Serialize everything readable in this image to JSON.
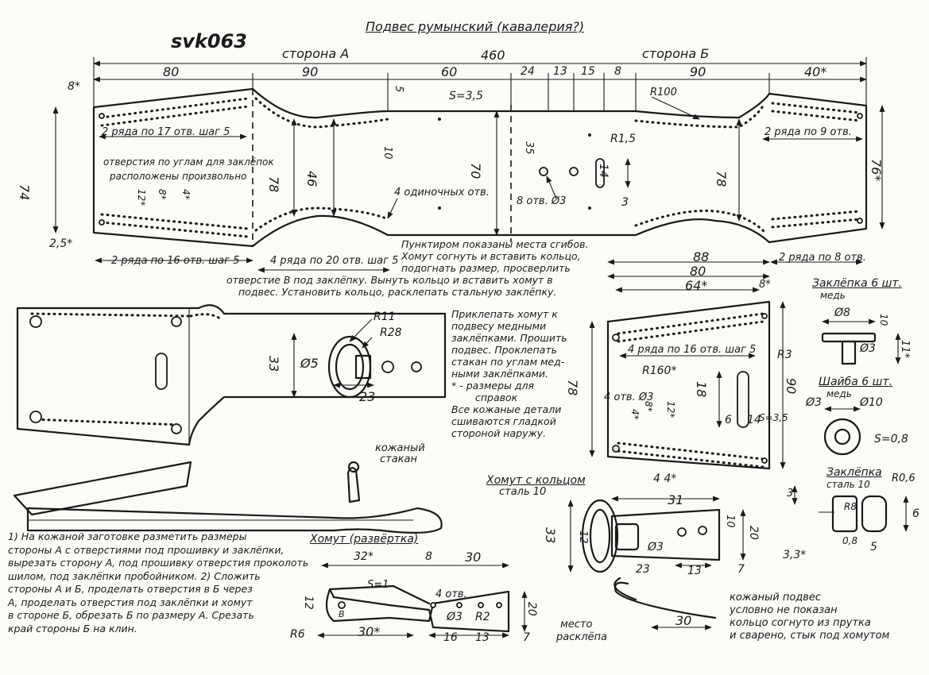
{
  "header": {
    "code": "svk063",
    "title": "Подвес румынский (кавалерия?)"
  },
  "main_part": {
    "side_a": "сторона А",
    "side_b": "сторона Б",
    "total": "460",
    "dims_top": [
      "80",
      "90",
      "60",
      "24",
      "13",
      "15",
      "8",
      "90",
      "40*"
    ],
    "dim_8": "8*",
    "dim_74": "74",
    "dim_76": "76*",
    "dim_2_5": "2,5*",
    "dim_78a": "78",
    "dim_46": "46",
    "dim_10": "10",
    "dim_5": "5",
    "dim_70": "70",
    "dim_35": "35",
    "dim_r15": "R1,5",
    "dim_14": "14",
    "dim_3": "3",
    "dim_78b": "78",
    "dim_12": "12*",
    "dim_8b": "8*",
    "dim_4": "4*",
    "s": "S=3,5",
    "r100": "R100",
    "rows_a_top": "2 ряда по 17 отв. шаг 5",
    "rows_b_top": "2 ряда по 9 отв.",
    "rivets_note_1": "отверстия по углам для заклёпок",
    "rivets_note_2": "расположены произвольно",
    "single_holes": "4 одиночных отв.",
    "holes_8": "8 отв. Ø3",
    "rows_a_bottom": "2 ряда по 16 отв. шаг 5",
    "rows_mid_bottom": "4 ряда по 20 отв. шаг 5",
    "rows_b_bottom": "2 ряда по 8 отв."
  },
  "instruction_1": [
    "Пунктиром показаны места сгибов.",
    "Хомут согнуть и вставить кольцо,",
    "подогнать размер, просверлить",
    "отверстие В под заклёпку. Вынуть кольцо и вставить хомут в",
    "подвес. Установить кольцо, расклепать стальную заклёпку."
  ],
  "instruction_2": [
    "Приклепать хомут к",
    "подвесу медными",
    "заклёпками. Прошить",
    "подвес. Проклепать",
    "стакан по углам мед-",
    "ными заклёпками.",
    "* - размеры для",
    "справок",
    "Все кожаные детали",
    "сшиваются гладкой",
    "стороной наружу."
  ],
  "assembly": {
    "r11": "R11",
    "r28": "R28",
    "d33": "33",
    "d5": "Ø5",
    "d23": "23"
  },
  "cup": {
    "d88": "88",
    "d80": "80",
    "d64": "64*",
    "d8": "8*",
    "rows": "4 ряда по 16 отв. шаг 5",
    "r3": "R3",
    "r160": "R160*",
    "d78": "78",
    "d90": "90",
    "d18": "18",
    "holes4": "4 отв. Ø3",
    "d4": "4*",
    "d8b": "8*",
    "d12": "12*",
    "d6": "6",
    "d14": "14",
    "s": "S=3,5",
    "d44": "4 4*",
    "label_1": "кожаный",
    "label_2": "стакан"
  },
  "rivet_copper": {
    "title": "Заклёпка 6 шт.",
    "material": "медь",
    "d8": "Ø8",
    "d10": "10",
    "d3": "Ø3",
    "d11": "11*"
  },
  "washer": {
    "title": "Шайба 6 шт.",
    "material": "медь",
    "d3": "Ø3",
    "d10": "Ø10",
    "s": "S=0,8"
  },
  "rivet_steel": {
    "title": "Заклёпка",
    "material": "сталь 10",
    "r06": "R0,6",
    "r8": "R8",
    "d3": "3",
    "d6": "6",
    "d08": "0,8",
    "d5": "5",
    "d33": "3,3*"
  },
  "clamp_ring": {
    "title": "Хомут с кольцом",
    "material": "сталь 10",
    "d31": "31",
    "d33": "33",
    "d12": "12",
    "d10": "10",
    "d20": "20",
    "d3": "Ø3",
    "d23": "23",
    "d13": "13",
    "d7": "7"
  },
  "clamp_unfold": {
    "title": "Хомут (развёртка)",
    "d32": "32*",
    "d8": "8",
    "d30": "30",
    "s": "S=1",
    "d12": "12",
    "b": "В",
    "holes": "4 отв.",
    "d3": "Ø3",
    "r2": "R2",
    "d20": "20",
    "r6": "R6",
    "d30b": "30*",
    "d16": "16",
    "d13": "13",
    "d7": "7"
  },
  "rivet_place": [
    "место",
    "расклёпа"
  ],
  "side_view_d30": "30",
  "instruction_3": [
    "1) На кожаной заготовке разметить размеры",
    "стороны А с отверстиями под прошивку и заклёпки,",
    "вырезать сторону А, под прошивку отверстия проколоть",
    "шилом, под заклёпки пробойником. 2) Сложить",
    "стороны А и Б, проделать отверстия в Б через",
    "А, проделать отверстия под заклёпки и хомут",
    "в стороне Б, обрезать Б по размеру А. Срезать",
    "край стороны Б на клин."
  ],
  "footer_note": [
    "кожаный подвес",
    "условно не показан",
    "кольцо согнуто из прутка",
    "и сварено, стык под хомутом"
  ]
}
